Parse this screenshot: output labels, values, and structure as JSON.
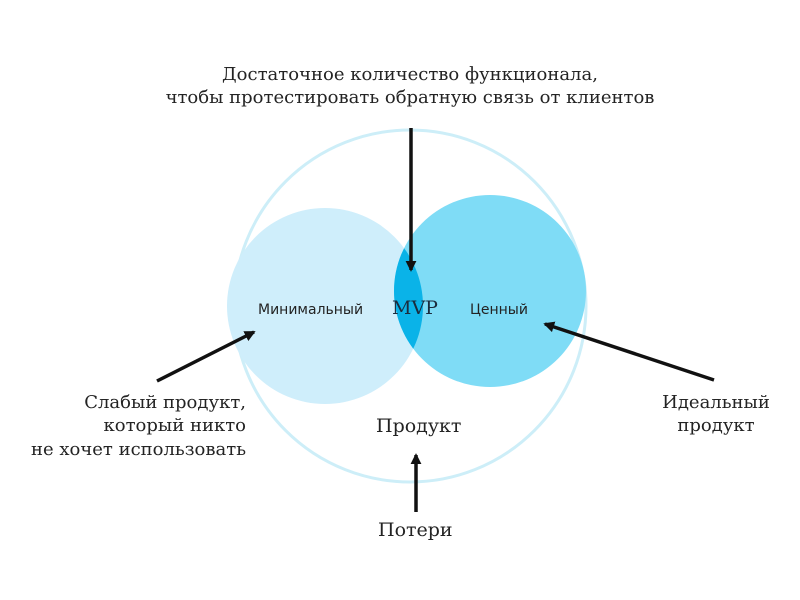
{
  "diagram": {
    "top_annotation": [
      "Достаточное количество функционала,",
      "чтобы протестировать обратную связь от клиентов"
    ],
    "sets": {
      "left_label": "Минимальный",
      "right_label": "Ценный",
      "intersection_label": "MVP"
    },
    "outer_label": "Продукт",
    "left_annotation": [
      "Слабый продукт,",
      "который никто",
      "не хочет использовать"
    ],
    "right_annotation": [
      "Идеальный",
      "продукт"
    ],
    "bottom_annotation": "Потери",
    "colors": {
      "outer_ring": "#cdeef8",
      "left_circle": "#cfeefb",
      "right_circle": "#7fdcf6",
      "intersection": "#0ab3e8",
      "arrows": "#111111",
      "text": "#232323"
    }
  }
}
